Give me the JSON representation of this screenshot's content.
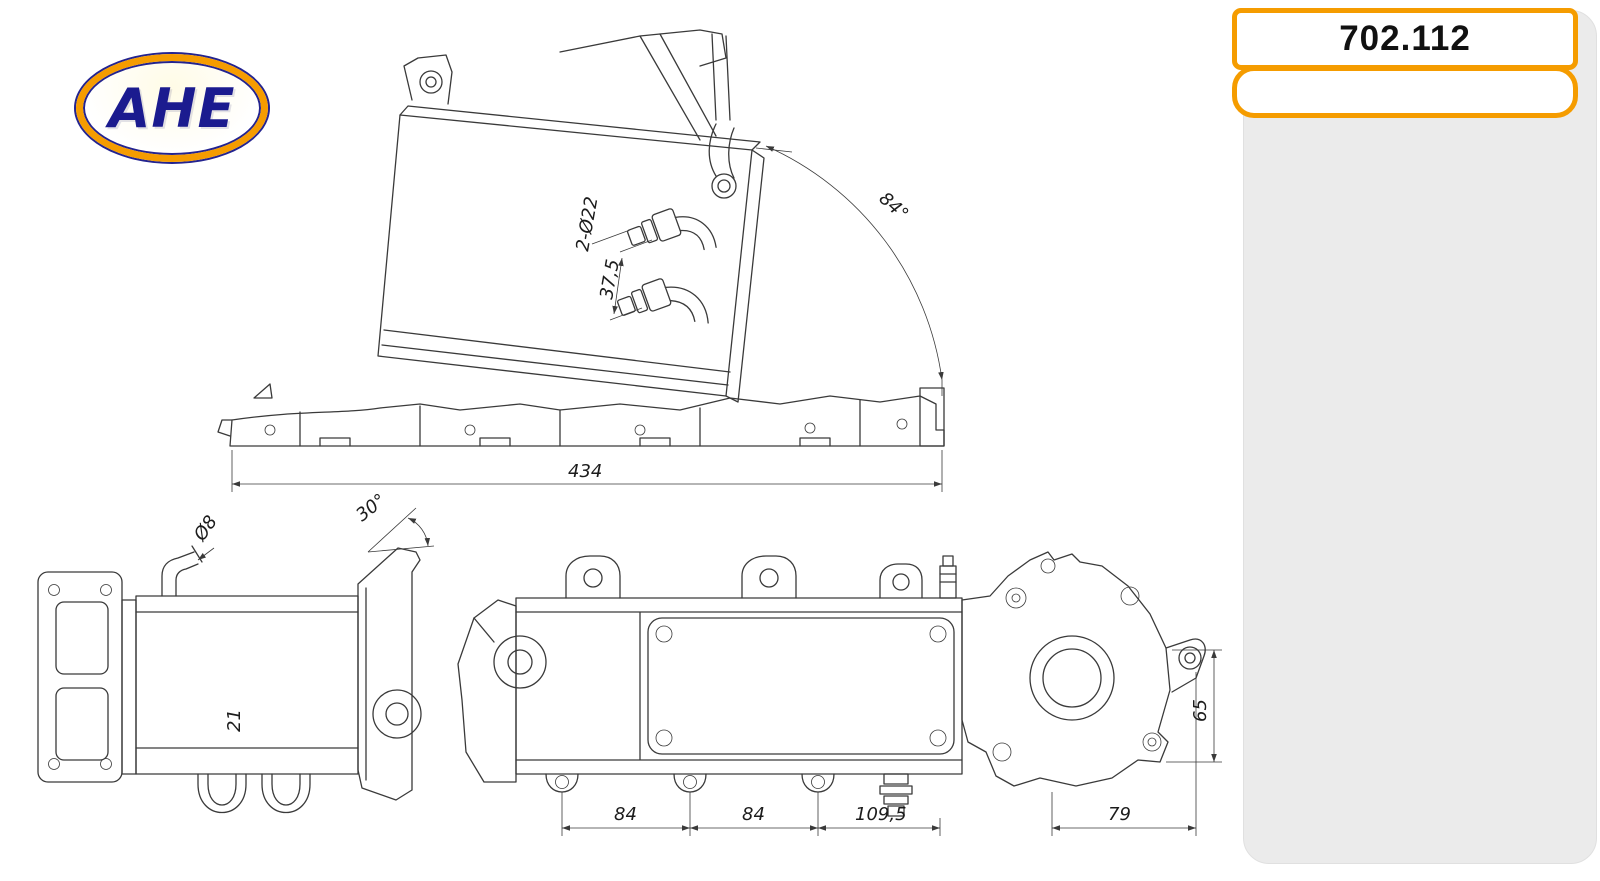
{
  "header": {
    "part_number": "702.112"
  },
  "logo": {
    "text": "AHE"
  },
  "drawing": {
    "top_view": {
      "angle_label": "84°",
      "ports_label": "2-Ø22",
      "port_spacing": "37,5",
      "overall_length": "434"
    },
    "rear_view": {
      "pipe_diameter": "Ø8",
      "angle_label": "30°",
      "depth": "21"
    },
    "side_view": {
      "span_1": "84",
      "span_2": "84",
      "span_3": "109,5",
      "span_4": "79",
      "height": "65"
    }
  },
  "colors": {
    "accent_orange": "#F59C00",
    "logo_blue": "#1B1B8F",
    "panel_gray": "#EBEBEB",
    "line_color": "#3A3A3A"
  }
}
